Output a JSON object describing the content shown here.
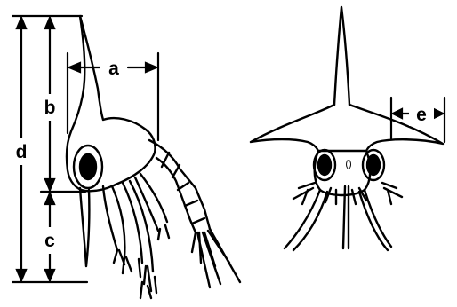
{
  "figure": {
    "line_color": "#000000",
    "background": "#ffffff",
    "eye_fill": "#000000",
    "labels": {
      "a": "a",
      "b": "b",
      "c": "c",
      "d": "d",
      "e": "e"
    },
    "eye_spot": "()"
  }
}
